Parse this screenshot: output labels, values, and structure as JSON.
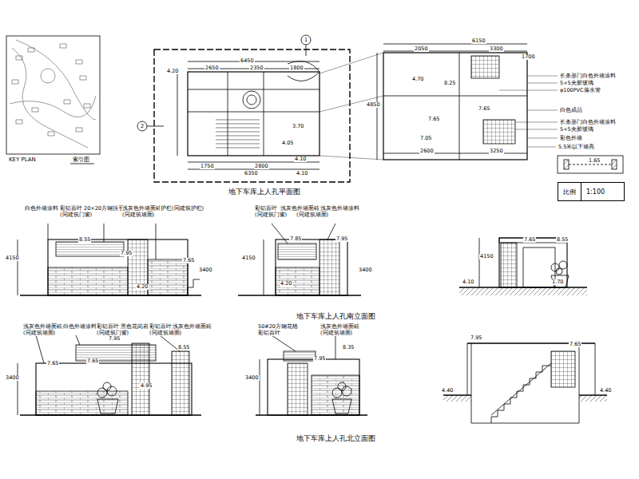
{
  "diagram": {
    "nodes": [
      {
        "text": [
          "比例",
          "1:100"
        ]
      }
    ],
    "labels": [
      "1",
      "2",
      "6450",
      "2650",
      "2350",
      "1800",
      "4.20",
      "3.70",
      "4.05",
      "4.10",
      "1750",
      "2800",
      "6350",
      "4.10",
      "地下车库上人孔平面图",
      "6150",
      "2050",
      "3300",
      "1700",
      "4850",
      "4.70",
      "8.25",
      "7.65",
      "7.65",
      "7.05",
      "2600",
      "3250",
      "长条形门白色外墙涂料",
      "5+5夹胶玻璃",
      "φ100PVC落水管",
      "白色成品",
      "长条形门白色外墙涂料",
      "5+5夹胶玻璃",
      "彩色外墙",
      "5.5米以下墙高",
      "1.65",
      "白色外墙涂料",
      "彩铝百叶",
      "20×20方钢扶手",
      "浅灰色外墙面砖",
      "护栏(同建筑护栏)",
      "(同建筑门窗)",
      "(同建筑墙面)",
      "8.55",
      "7.95",
      "7.65",
      "4150",
      "3400",
      "4.20",
      "彩铝百叶",
      "浅灰色外墙面砖",
      "浅灰色外墙涂料",
      "(同建筑门窗)",
      "(同建筑墙面)",
      "7.85",
      "7.95",
      "4150",
      "3400",
      "4.20",
      "地下车库上人孔南立面图",
      "8.55",
      "7.65",
      "4.10",
      "1.70",
      "4150",
      "浅灰色外墙面砖",
      "白色外墙涂料",
      "彩铝百叶",
      "黑色花岗岩",
      "彩铝百叶",
      "浅灰色外墙面砖",
      "(同建筑墙面)",
      "(同建筑门窗)",
      "(同建筑墙面)",
      "7.95",
      "7.65",
      "7.65",
      "8.55",
      "4.95",
      "3400",
      "50#20方钢花格",
      "彩铝百叶",
      "浅灰色外墙面砖",
      "(同建筑墙面)",
      "8.35",
      "7.95",
      "3400",
      "地下车库上人孔北立面图",
      "7.95",
      "7.65",
      "4.40",
      "4.40",
      "KEY PLAN",
      "索引图"
    ]
  }
}
